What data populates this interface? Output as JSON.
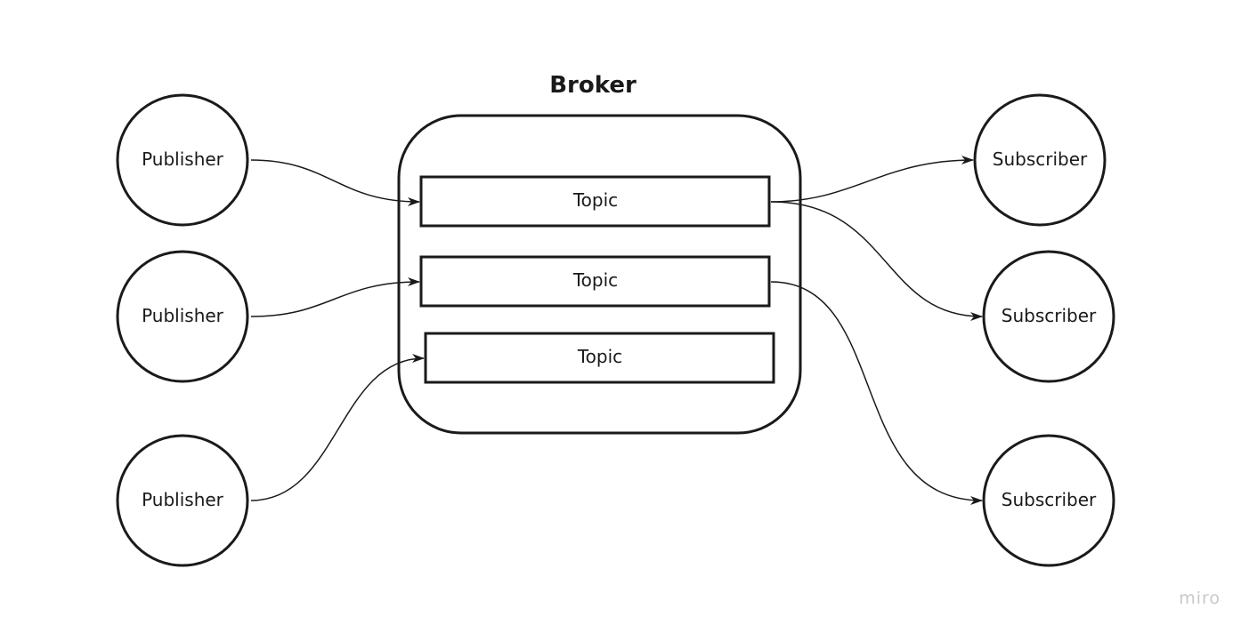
{
  "title": "Broker",
  "publishers": [
    {
      "label": "Publisher"
    },
    {
      "label": "Publisher"
    },
    {
      "label": "Publisher"
    }
  ],
  "topics": [
    {
      "label": "Topic"
    },
    {
      "label": "Topic"
    },
    {
      "label": "Topic"
    }
  ],
  "subscribers": [
    {
      "label": "Subscriber"
    },
    {
      "label": "Subscriber"
    },
    {
      "label": "Subscriber"
    }
  ],
  "edges": [
    {
      "from": "publisher-1",
      "to": "topic-1"
    },
    {
      "from": "publisher-2",
      "to": "topic-2"
    },
    {
      "from": "publisher-3",
      "to": "topic-3"
    },
    {
      "from": "topic-1",
      "to": "subscriber-1"
    },
    {
      "from": "topic-1",
      "to": "subscriber-2"
    },
    {
      "from": "topic-2",
      "to": "subscriber-3"
    }
  ],
  "watermark": "miro",
  "colors": {
    "stroke": "#1a1a1a",
    "background": "#ffffff",
    "watermark": "#c8c8c8"
  }
}
